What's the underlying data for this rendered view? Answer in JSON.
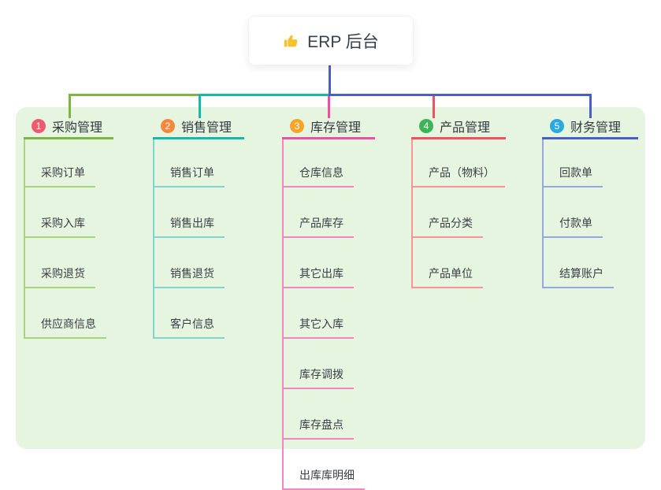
{
  "root": {
    "icon": "thumbs-up-icon",
    "label": "ERP 后台"
  },
  "branches": [
    {
      "num": "1",
      "label": "采购管理",
      "children": [
        "采购订单",
        "采购入库",
        "采购退货",
        "供应商信息"
      ]
    },
    {
      "num": "2",
      "label": "销售管理",
      "children": [
        "销售订单",
        "销售出库",
        "销售退货",
        "客户信息"
      ]
    },
    {
      "num": "3",
      "label": "库存管理",
      "children": [
        "仓库信息",
        "产品库存",
        "其它出库",
        "其它入库",
        "库存调拨",
        "库存盘点",
        "出库库明细"
      ]
    },
    {
      "num": "4",
      "label": "产品管理",
      "children": [
        "产品（物料）",
        "产品分类",
        "产品单位"
      ]
    },
    {
      "num": "5",
      "label": "财务管理",
      "children": [
        "回款单",
        "付款单",
        "结算账户"
      ]
    }
  ],
  "colors": {
    "panel_bg": "#e6f5e0",
    "root_connector": "#4a5ec9",
    "branch_line_colors": [
      "#7db542",
      "#14b8ad",
      "#ee4fa4",
      "#f5505e",
      "#4a5ec9"
    ],
    "branch_child_line_colors": [
      "#a9d37f",
      "#7fd6cd",
      "#f385c0",
      "#f7939b",
      "#97a8e0"
    ],
    "badge_colors": [
      "#ef5b6e",
      "#f6883c",
      "#f7a428",
      "#3bb558",
      "#2ba9dc"
    ],
    "thumb_icon_color": "#f8c22e"
  }
}
